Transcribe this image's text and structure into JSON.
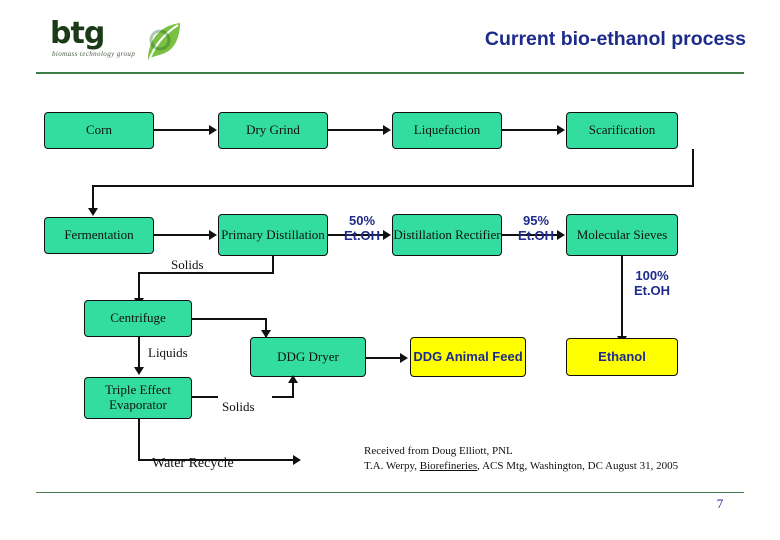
{
  "header": {
    "logo_text": "btg",
    "logo_sub": "biomass technology group",
    "title": "Current bio-ethanol process"
  },
  "footer": {
    "page_number": "7"
  },
  "diagram": {
    "boxes": [
      {
        "id": "corn",
        "label": "Corn",
        "color": "green"
      },
      {
        "id": "dry-grind",
        "label": "Dry Grind",
        "color": "green"
      },
      {
        "id": "liquefaction",
        "label": "Liquefaction",
        "color": "green"
      },
      {
        "id": "scarification",
        "label": "Scarification",
        "color": "green"
      },
      {
        "id": "fermentation",
        "label": "Fermentation",
        "color": "green"
      },
      {
        "id": "primary-distillation",
        "label": "Primary\nDistillation",
        "color": "green"
      },
      {
        "id": "distillation-rectifier",
        "label": "Distillation\nRectifier",
        "color": "green"
      },
      {
        "id": "molecular-sieves",
        "label": "Molecular\nSieves",
        "color": "green"
      },
      {
        "id": "centrifuge",
        "label": "Centrifuge",
        "color": "green"
      },
      {
        "id": "triple-effect-evaporator",
        "label": "Triple Effect\nEvaporator",
        "color": "green"
      },
      {
        "id": "ddg-dryer",
        "label": "DDG\nDryer",
        "color": "green"
      },
      {
        "id": "ddg-animal-feed",
        "label": "DDG\nAnimal Feed",
        "color": "yellow"
      },
      {
        "id": "ethanol",
        "label": "Ethanol",
        "color": "yellow"
      }
    ],
    "labels": [
      {
        "id": "etoh-50",
        "text": "50%\nEt.OH"
      },
      {
        "id": "etoh-95",
        "text": "95%\nEt.OH"
      },
      {
        "id": "etoh-100",
        "text": "100%\nEt.OH"
      },
      {
        "id": "solids-top",
        "text": "Solids"
      },
      {
        "id": "liquids",
        "text": "Liquids"
      },
      {
        "id": "solids-bottom",
        "text": "Solids"
      },
      {
        "id": "water-recycle",
        "text": "Water Recycle"
      }
    ]
  },
  "credit": {
    "line1": "Received from Doug Elliott, PNL",
    "line2_pre": "T.A. Werpy, ",
    "line2_underline": "Biorefineries",
    "line2_post": ", ACS Mtg, Washington, DC August 31, 2005"
  }
}
